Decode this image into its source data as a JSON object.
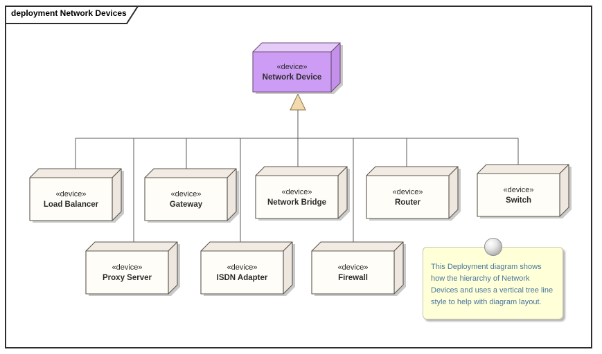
{
  "frame": {
    "title": "deployment Network Devices"
  },
  "parent_node": {
    "stereotype": "«device»",
    "name": "Network Device"
  },
  "nodes": {
    "load_balancer": {
      "stereotype": "«device»",
      "name": "Load Balancer"
    },
    "gateway": {
      "stereotype": "«device»",
      "name": "Gateway"
    },
    "network_bridge": {
      "stereotype": "«device»",
      "name": "Network Bridge"
    },
    "router": {
      "stereotype": "«device»",
      "name": "Router"
    },
    "switch": {
      "stereotype": "«device»",
      "name": "Switch"
    },
    "proxy_server": {
      "stereotype": "«device»",
      "name": "Proxy Server"
    },
    "isdn_adapter": {
      "stereotype": "«device»",
      "name": "ISDN Adapter"
    },
    "firewall": {
      "stereotype": "«device»",
      "name": "Firewall"
    }
  },
  "note": {
    "lines": [
      "This Deployment diagram shows",
      "how the hierarchy of Network",
      "Devices and uses a vertical tree line",
      "style to help with diagram layout."
    ]
  },
  "colors": {
    "parent_node_fill": "#cd9cf5",
    "node_fill": "#fffdf7",
    "note_fill": "#ffffd8",
    "note_text": "#47759f",
    "connector": "#595959",
    "arrowhead_fill": "#f1daae"
  }
}
